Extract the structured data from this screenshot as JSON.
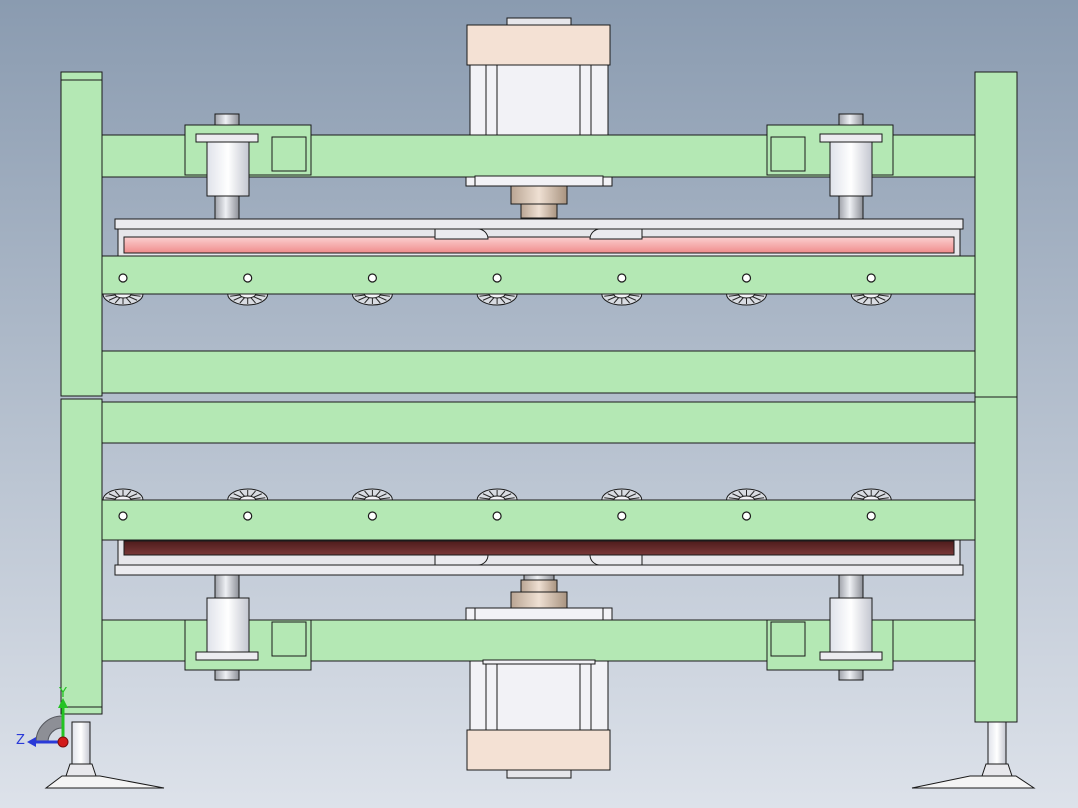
{
  "viewport": {
    "background_top": "#8a9bb0",
    "background_bottom": "#dde2ea"
  },
  "colors": {
    "frame_green": "#b4e8b4",
    "outline": "#1a1a1a",
    "cylinder_cap": "#f4e1d4",
    "cylinder_body": "#f2f2f6",
    "shaft_grey": "#c9cbd2",
    "coupling_tan": "#d8c4b2",
    "heating_plate_top": "#f4a0a0",
    "heating_plate_bottom": "#6a2c2c",
    "plate_grey": "#e6e6ea",
    "foot_pad": "#f0f0f0",
    "axis_y": "#23c323",
    "axis_z": "#2a3ad8",
    "axis_origin": "#d21a1a"
  },
  "axis_indicator": {
    "y_label": "Y",
    "z_label": "Z"
  },
  "roller_count_per_row": 7,
  "components": [
    "left-column",
    "right-column",
    "top-crossbeam",
    "upper-roller-bar",
    "middle-beam-upper",
    "middle-beam-lower",
    "lower-roller-bar",
    "bottom-crossbeam",
    "top-air-cylinder",
    "bottom-air-cylinder",
    "guide-bushings",
    "heating-plates",
    "leveling-feet"
  ]
}
